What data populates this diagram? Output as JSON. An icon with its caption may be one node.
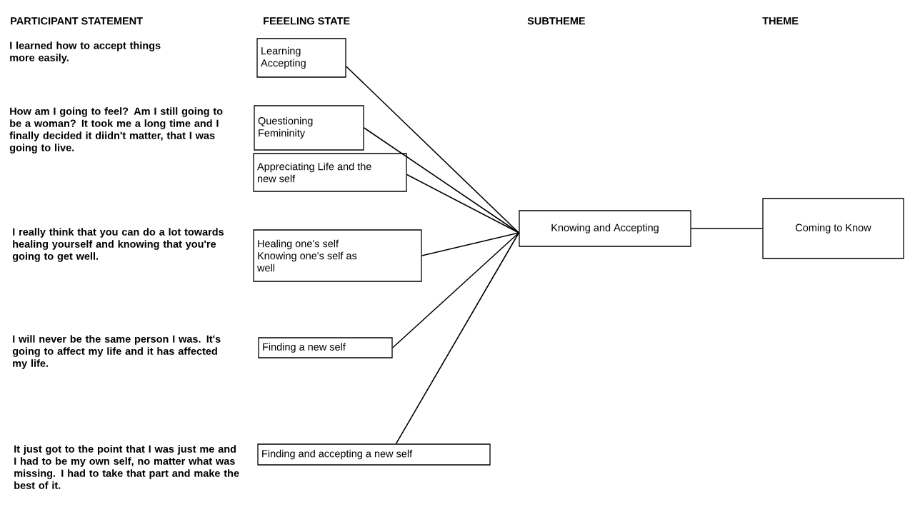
{
  "diagram": {
    "nodes": [
      {
        "text": [
          "Learning Accepting"
        ]
      },
      {
        "text": [
          "Questioning Femininity"
        ]
      },
      {
        "text": [
          "Appreciating Life and the new self"
        ]
      },
      {
        "text": [
          "Healing one's self Knowing one's self as well"
        ]
      },
      {
        "text": [
          "Finding a new self"
        ]
      },
      {
        "text": [
          "Finding and accepting a new self"
        ]
      },
      {
        "text": [
          "Knowing and Accepting"
        ]
      },
      {
        "text": [
          "Coming to Know"
        ]
      }
    ],
    "edges": [
      {
        "from": 0,
        "to": 6,
        "arrow": "none"
      },
      {
        "from": 1,
        "to": 6,
        "arrow": "none"
      },
      {
        "from": 2,
        "to": 6,
        "arrow": "none"
      },
      {
        "from": 3,
        "to": 6,
        "arrow": "none"
      },
      {
        "from": 4,
        "to": 6,
        "arrow": "none"
      },
      {
        "from": 5,
        "to": 6,
        "arrow": "none"
      },
      {
        "from": 6,
        "to": 7,
        "arrow": "none"
      }
    ],
    "labels": [
      "PARTICIPANT STATEMENT",
      "FEEELING STATE",
      "SUBTHEME",
      "THEME",
      "I learned how to accept things more easily.",
      "How am I going to feel? Am I still going to be a woman? It took me a long time and I finally decided it diidn't matter, that I was going to live.",
      "I really think that you can do a lot towards healing yourself and knowing that you're going to get well.",
      "I will never be the same person I was.  It's going to affect my life and it has affected my life.",
      "It just got to the point that I was just me and I had to be my own self, no matter what was missing. I had to take that part and make the best of it."
    ]
  }
}
